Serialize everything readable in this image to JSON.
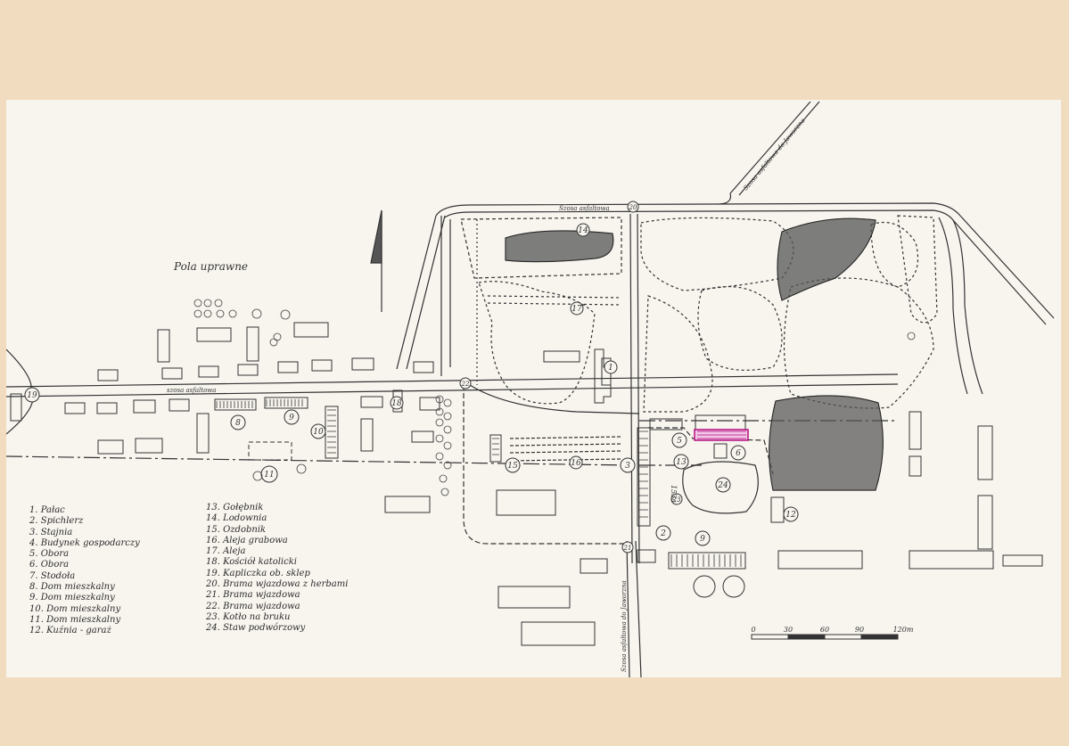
{
  "map": {
    "region_label": "Pola uprawne",
    "road_labels": {
      "main": "szosa asfaltowa",
      "top": "Szosa asfaltowa",
      "diagonal": "Szosa asfaltowa do Jaworzna",
      "south": "Szosa asfaltowa do Jaworzna"
    },
    "lot_label": "153a",
    "north_arrow": true
  },
  "legend": {
    "left": [
      "1. Pałac",
      "2. Spichlerz",
      "3. Stajnia",
      "4. Budynek gospodarczy",
      "5. Obora",
      "6. Obora",
      "7. Stodoła",
      "8. Dom mieszkalny",
      "9. Dom mieszkalny",
      "10. Dom mieszkalny",
      "11. Dom mieszkalny",
      "12. Kuźnia - garaż"
    ],
    "right": [
      "13. Gołębnik",
      "14. Lodownia",
      "15. Ozdobnik",
      "16. Aleja grabowa",
      "17. Aleja",
      "18. Kościół katolicki",
      "19. Kapliczka ob. sklep",
      "20. Brama wjazdowa z herbami",
      "21. Brama wjazdowa",
      "22. Brama wjazdowa",
      "23. Kotło na bruku",
      "24. Staw podwórzowy"
    ]
  },
  "scale": {
    "ticks": [
      "0",
      "30",
      "60",
      "90",
      "120m"
    ]
  }
}
